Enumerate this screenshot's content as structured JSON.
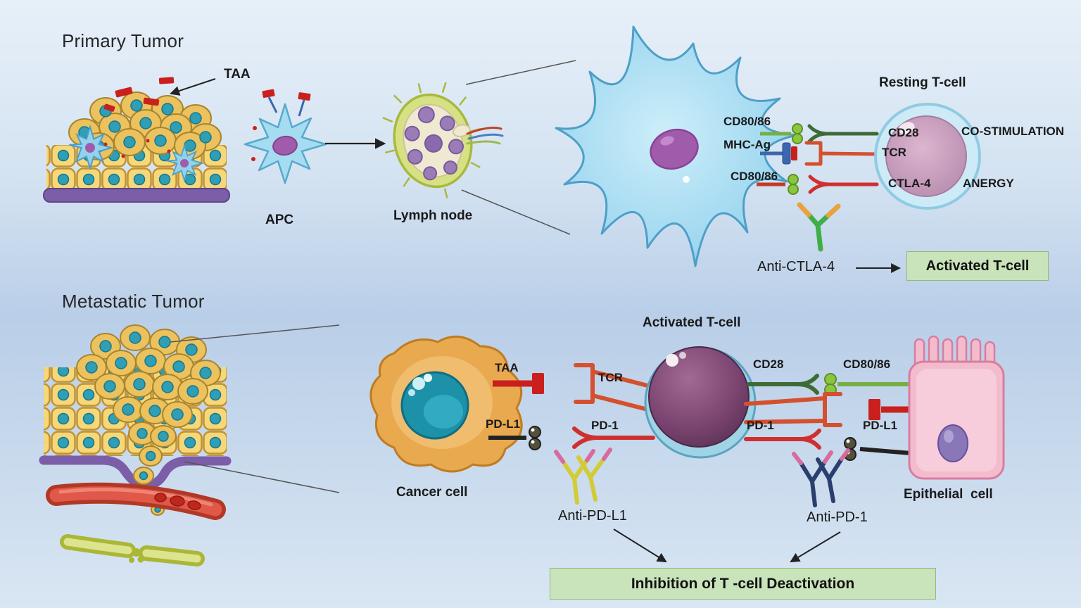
{
  "title": "T-cell activation and immune checkpoint inhibition diagram",
  "colors": {
    "background_top": "#e7f0f9",
    "background_mid": "#b9cee8",
    "background_bottom": "#d9e6f3",
    "green_box_bg": "#c9e3ba",
    "green_box_border": "#94b87c",
    "text": "#1a1a1a",
    "red": "#c9201d",
    "orange_red_receptor": "#d4502e",
    "green_ligand": "#8cc63f",
    "dark_green_receptor": "#3d6b35",
    "dendritic_cell_blue": "#9ed7f0",
    "nucleus_purple": "#a05cab",
    "tissue_yellow": "#f6d87a",
    "tissue_nucleus_teal": "#2e9fb5",
    "basement_membrane_purple": "#7b5ea7",
    "tcell_dark_purple": "#6f3c68",
    "cancer_cell_orange": "#e9a94e",
    "epithelial_pink": "#f3bccd",
    "antibody_yellow": "#d3cb35",
    "antibody_navy": "#2a3f6e",
    "antibody_green": "#3fae49",
    "antibody_orange": "#e8a33d",
    "antibody_pink": "#d86a9e",
    "vessel_red": "#b23826",
    "vessel_green": "#aab736",
    "lymph_node_outer": "#d6e183"
  },
  "labels": {
    "primary_tumor": "Primary Tumor",
    "taa_top": "TAA",
    "apc": "APC",
    "lymph_node": "Lymph node",
    "resting_tcell": "Resting T-cell",
    "cd80_86_upper": "CD80/86",
    "mhc_ag": "MHC-Ag",
    "cd28_top": "CD28",
    "co_stimulation": "CO-STIMULATION",
    "tcr_top": "TCR",
    "cd80_86_lower": "CD80/86",
    "ctla_4": "CTLA-4",
    "anergy": "ANERGY",
    "anti_ctla_4": "Anti-CTLA-4",
    "activated_tcell_box": "Activated T-cell",
    "metastatic_tumor": "Metastatic Tumor",
    "activated_tcell": "Activated T-cell",
    "cancer_cell": "Cancer cell",
    "taa_bottom": "TAA",
    "tcr_bottom": "TCR",
    "cd28_bottom": "CD28",
    "cd80_86_bottom": "CD80/86",
    "pd_l1_left": "PD-L1",
    "pd_1_left": "PD-1",
    "pd_1_right": "PD-1",
    "pd_l1_right": "PD-L1",
    "anti_pd_l1": "Anti-PD-L1",
    "anti_pd_1": "Anti-PD-1",
    "epithelial_cell": "Epithelial  cell",
    "inhibition_box": "Inhibition of T -cell Deactivation"
  }
}
